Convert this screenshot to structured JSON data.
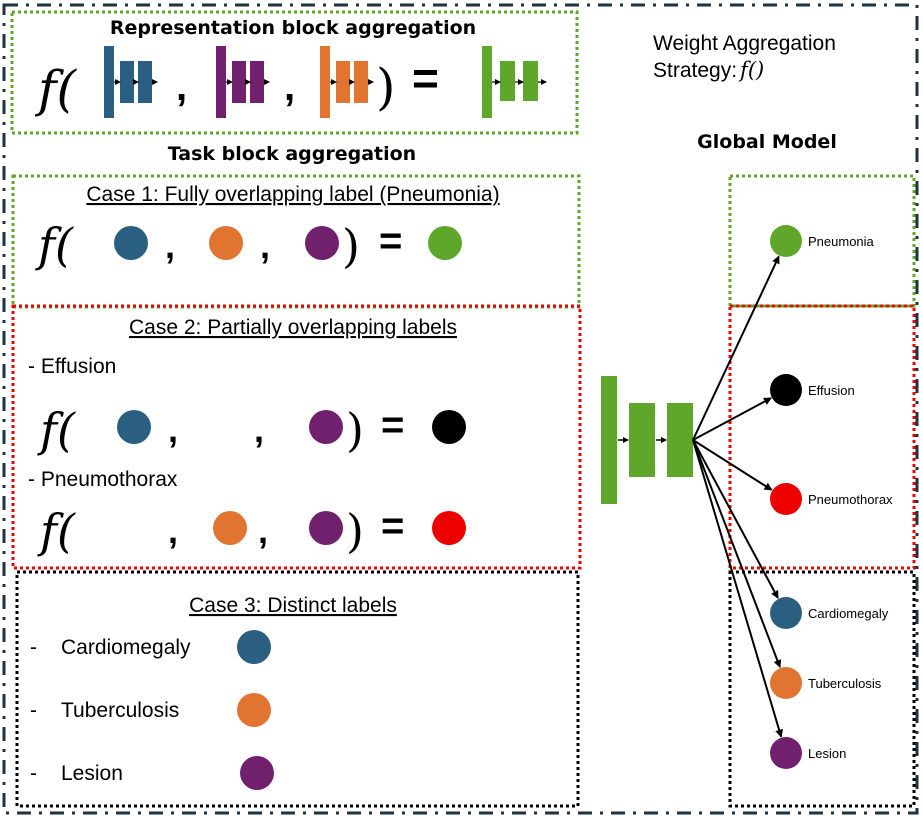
{
  "colors": {
    "frame": "#1f3345",
    "client_blue": "#2b5f82",
    "client_purple": "#71206e",
    "client_orange": "#e07430",
    "global_green": "#5fa72a",
    "effusion_black": "#000000",
    "pneumothorax_red": "#ee0000",
    "overlap_full_border": "#5fa72a",
    "overlap_partial_border": "#ee0000",
    "distinct_border": "#000000"
  },
  "representation": {
    "title": "Representation block aggregation",
    "func": "f(",
    "comma": ",",
    "close": ")",
    "equals": "=",
    "inputs": [
      "client_blue",
      "client_purple",
      "client_orange"
    ],
    "output": "global_green"
  },
  "strategy": {
    "line1": "Weight Aggregation",
    "line2": "Strategy:",
    "func": "f()"
  },
  "task": {
    "title": "Task block aggregation",
    "case1": {
      "title": "Case 1: Fully overlapping label (Pneumonia)",
      "func": "f(",
      "inputs": [
        "client_blue",
        "client_orange",
        "client_purple"
      ],
      "output": "global_green"
    },
    "case2": {
      "title": "Case 2: Partially overlapping labels",
      "rows": [
        {
          "label": "- Effusion",
          "func": "f(",
          "inputs": [
            "client_blue",
            null,
            "client_purple"
          ],
          "output": "effusion_black"
        },
        {
          "label": "- Pneumothorax",
          "func": "f(",
          "inputs": [
            null,
            "client_orange",
            "client_purple"
          ],
          "output": "pneumothorax_red"
        }
      ]
    },
    "case3": {
      "title": "Case 3: Distinct labels",
      "items": [
        {
          "dash": "-",
          "label": "Cardiomegaly",
          "color": "client_blue"
        },
        {
          "dash": "-",
          "label": "Tuberculosis",
          "color": "client_orange"
        },
        {
          "dash": "-",
          "label": "Lesion",
          "color": "client_purple"
        }
      ]
    }
  },
  "global_model": {
    "title": "Global Model",
    "heads": [
      {
        "label": "Pneumonia",
        "color": "global_green",
        "group": "full"
      },
      {
        "label": "Effusion",
        "color": "effusion_black",
        "group": "partial"
      },
      {
        "label": "Pneumothorax",
        "color": "pneumothorax_red",
        "group": "partial"
      },
      {
        "label": "Cardiomegaly",
        "color": "client_blue",
        "group": "distinct"
      },
      {
        "label": "Tuberculosis",
        "color": "client_orange",
        "group": "distinct"
      },
      {
        "label": "Lesion",
        "color": "client_purple",
        "group": "distinct"
      }
    ]
  }
}
